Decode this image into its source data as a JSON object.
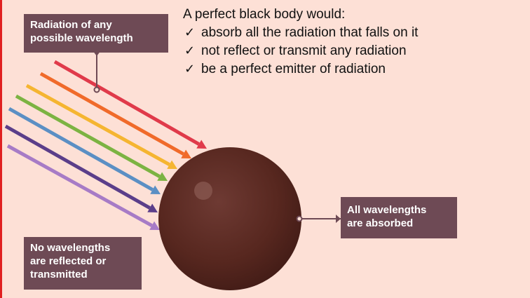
{
  "title": "A perfect black body would:",
  "properties": [
    "absorb all the radiation that falls on it",
    "not reflect or transmit any radiation",
    "be a perfect emitter of radiation"
  ],
  "check_icon": "checkmark-icon",
  "labels": {
    "incoming": [
      "Radiation of any",
      "possible wavelength"
    ],
    "absorbed": [
      "All wavelengths",
      "are absorbed"
    ],
    "not_reflected": [
      "No wavelengths",
      "are reflected or",
      "transmitted"
    ]
  },
  "colors": {
    "background": "#fde0d6",
    "label_box": "#6e4a55",
    "sphere": "#5a2a24",
    "rays": [
      "#e03a4a",
      "#f06a2a",
      "#f5b531",
      "#7cb342",
      "#5b8fc4",
      "#5b3e8a",
      "#a77bc6"
    ]
  }
}
